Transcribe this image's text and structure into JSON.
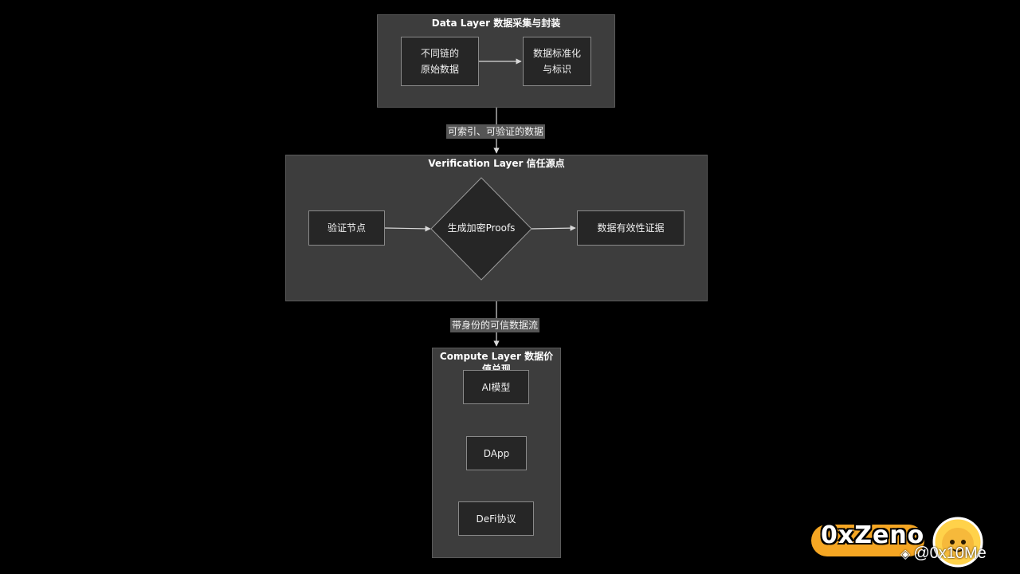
{
  "layers": {
    "data": {
      "title": "Data Layer 数据采集与封装",
      "nodes": [
        "不同链的\n原始数据",
        "数据标准化\n与标识"
      ]
    },
    "verification": {
      "title": "Verification Layer 信任源点",
      "nodes": [
        "验证节点",
        "生成加密Proofs",
        "数据有效性证据"
      ]
    },
    "compute": {
      "title": "Compute Layer 数据价值兑现",
      "nodes": [
        "AI模型",
        "DApp",
        "DeFi协议"
      ]
    }
  },
  "edges": {
    "data_to_verification": "可索引、可验证的数据",
    "verification_to_compute": "带身份的可信数据流"
  },
  "watermark": {
    "brand": "0xZeno",
    "handle": "@0x10Me"
  },
  "colors": {
    "background": "#000000",
    "layer_fill": "#3d3d3d",
    "node_fill": "#262626",
    "brand_orange": "#f5a623"
  }
}
